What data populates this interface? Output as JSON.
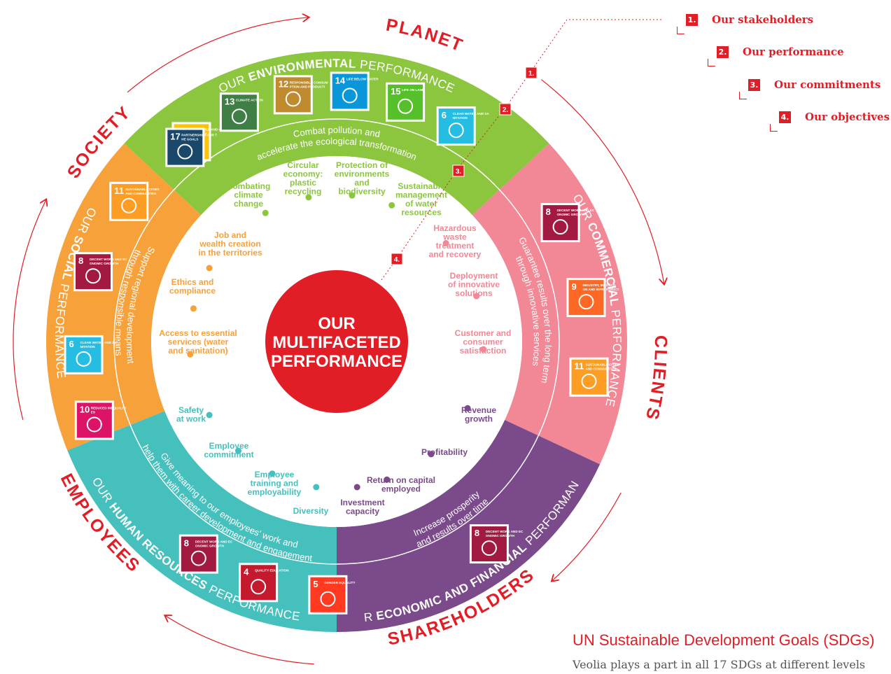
{
  "center": {
    "lines": [
      "OUR",
      "MULTIFACETED",
      "PERFORMANCE"
    ]
  },
  "stakeholders": [
    "PLANET",
    "CLIENTS",
    "SHAREHOLDERS",
    "EMPLOYEES",
    "SOCIETY"
  ],
  "legend": [
    {
      "num": "1.",
      "label": "Our stakeholders"
    },
    {
      "num": "2.",
      "label": "Our performance"
    },
    {
      "num": "3.",
      "label": "Our commitments"
    },
    {
      "num": "4.",
      "label": "Our objectives"
    }
  ],
  "sdg_note": {
    "title": "UN Sustainable Development Goals (SDGs)",
    "subtitle": "Veolia plays a part in all 17 SDGs at different levels"
  },
  "colors": {
    "environmental": "#8cc63f",
    "commercial": "#f28795",
    "economic": "#7b4a8b",
    "human": "#45c0bd",
    "social": "#f7a13a",
    "accent": "#e11d26"
  },
  "segments": [
    {
      "id": "environmental",
      "perf_prefix": "OUR ",
      "perf_bold": "ENVIRONMENTAL",
      "perf_suffix": " PERFORMANCE",
      "commitment": [
        "Combat pollution and",
        "accelerate the ecological transformation"
      ],
      "sdgs": [
        {
          "num": "7",
          "label": "AFFORDABLE AND CLEAN ENERGY",
          "color": "#fcc30b"
        },
        {
          "num": "13",
          "label": "CLIMATE ACTION",
          "color": "#3f7e44"
        },
        {
          "num": "12",
          "label": "RESPONSIBLE CONSUMPTION AND PRODUCTION",
          "color": "#bf8b2e"
        },
        {
          "num": "14",
          "label": "LIFE BELOW WATER",
          "color": "#0a97d9"
        },
        {
          "num": "15",
          "label": "LIFE ON LAND",
          "color": "#56c02b"
        },
        {
          "num": "6",
          "label": "CLEAN WATER AND SANITATION",
          "color": "#26bde2"
        }
      ],
      "objectives": [
        {
          "lines": [
            "Combating",
            "climate",
            "change"
          ]
        },
        {
          "lines": [
            "Circular",
            "economy:",
            "plastic",
            "recycling"
          ]
        },
        {
          "lines": [
            "Protection of",
            "environments",
            "and",
            "biodiversity"
          ]
        },
        {
          "lines": [
            "Sustainable",
            "management",
            "of water",
            "resources"
          ]
        }
      ]
    },
    {
      "id": "commercial",
      "perf_prefix": "OUR ",
      "perf_bold": "COMMERCIAL",
      "perf_suffix": " PERFORMANCE",
      "commitment": [
        "Guarantee results over the long term",
        "through innovative services"
      ],
      "sdgs": [
        {
          "num": "8",
          "label": "DECENT WORK AND ECONOMIC GROWTH",
          "color": "#a21942"
        },
        {
          "num": "9",
          "label": "INDUSTRY, INNOVATION AND INFRASTRUCTURE",
          "color": "#fd6925"
        },
        {
          "num": "11",
          "label": "SUSTAINABLE CITIES AND COMMUNITIES",
          "color": "#fd9d24"
        }
      ],
      "objectives": [
        {
          "lines": [
            "Hazardous",
            "waste",
            "treatment",
            "and recovery"
          ]
        },
        {
          "lines": [
            "Deployment",
            "of innovative",
            "solutions"
          ]
        },
        {
          "lines": [
            "Customer and",
            "consumer",
            "satisfaction"
          ]
        }
      ]
    },
    {
      "id": "economic",
      "perf_prefix": "OUR ",
      "perf_bold": "ECONOMIC AND FINANCIAL",
      "perf_suffix": " PERFORMANCE",
      "commitment": [
        "Increase prosperity",
        "and results over time"
      ],
      "sdgs": [
        {
          "num": "8",
          "label": "DECENT WORK AND ECONOMIC GROWTH",
          "color": "#a21942"
        }
      ],
      "objectives": [
        {
          "lines": [
            "Revenue",
            "growth"
          ]
        },
        {
          "lines": [
            "Profitability"
          ]
        },
        {
          "lines": [
            "Return on capital",
            "employed"
          ]
        },
        {
          "lines": [
            "Investment",
            "capacity"
          ]
        }
      ]
    },
    {
      "id": "human",
      "perf_prefix": "OUR ",
      "perf_bold": "HUMAN RESOURCES",
      "perf_suffix": " PERFORMANCE",
      "commitment": [
        "Give meaning to our employees' work and",
        "help them with career development and engagement"
      ],
      "sdgs": [
        {
          "num": "8",
          "label": "DECENT WORK AND ECONOMIC GROWTH",
          "color": "#a21942"
        },
        {
          "num": "4",
          "label": "QUALITY EDUCATION",
          "color": "#c5192d"
        },
        {
          "num": "5",
          "label": "GENDER EQUALITY",
          "color": "#ff3a21"
        }
      ],
      "objectives": [
        {
          "lines": [
            "Safety",
            "at work"
          ]
        },
        {
          "lines": [
            "Employee",
            "commitment"
          ]
        },
        {
          "lines": [
            "Employee",
            "training and",
            "employability"
          ]
        },
        {
          "lines": [
            "Diversity"
          ]
        }
      ]
    },
    {
      "id": "social",
      "perf_prefix": "OUR ",
      "perf_bold": "SOCIAL",
      "perf_suffix": " PERFORMANCE",
      "commitment": [
        "Support regional development",
        "through responsible means"
      ],
      "sdgs": [
        {
          "num": "17",
          "label": "PARTNERSHIPS FOR THE GOALS",
          "color": "#19486a"
        },
        {
          "num": "11",
          "label": "SUSTAINABLE CITIES AND COMMUNITIES",
          "color": "#fd9d24"
        },
        {
          "num": "8",
          "label": "DECENT WORK AND ECONOMIC GROWTH",
          "color": "#a21942"
        },
        {
          "num": "6",
          "label": "CLEAN WATER AND SANITATION",
          "color": "#26bde2"
        },
        {
          "num": "10",
          "label": "REDUCED INEQUALITIES",
          "color": "#dd1367"
        }
      ],
      "objectives": [
        {
          "lines": [
            "Job and",
            "wealth creation",
            "in the territories"
          ]
        },
        {
          "lines": [
            "Ethics and",
            "compliance"
          ]
        },
        {
          "lines": [
            "Access to essential",
            "services (water",
            "and sanitation)"
          ]
        }
      ]
    }
  ]
}
